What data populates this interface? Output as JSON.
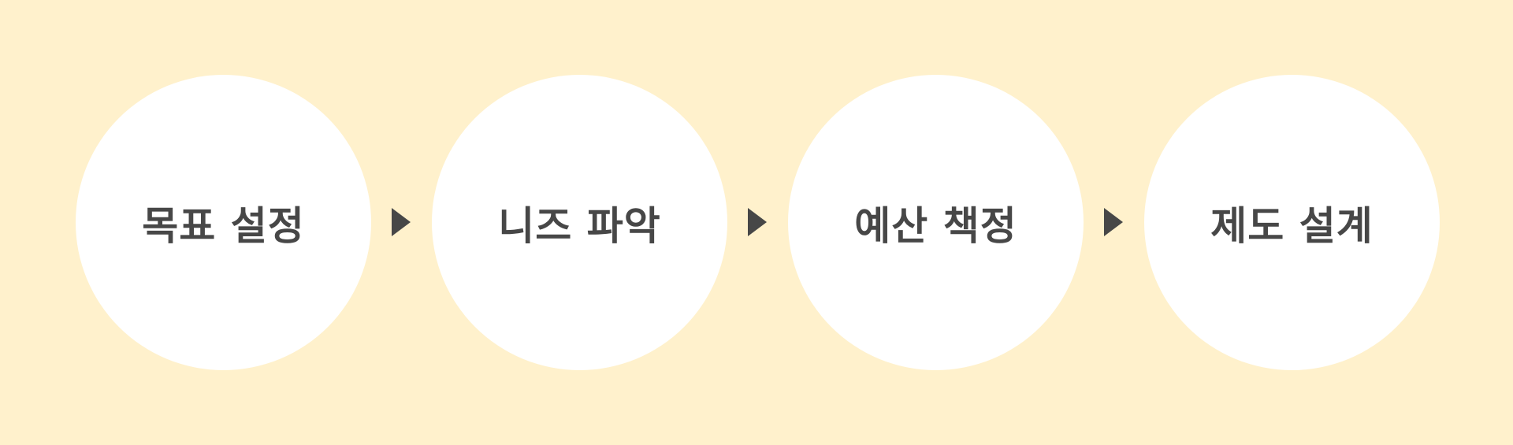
{
  "colors": {
    "background": "#FFF1CC",
    "circle": "#FFFFFF",
    "text": "#474747",
    "arrow": "#474747"
  },
  "steps": [
    {
      "label": "목표 설정"
    },
    {
      "label": "니즈 파악"
    },
    {
      "label": "예산 책정"
    },
    {
      "label": "제도 설계"
    }
  ],
  "arrows": [
    {
      "icon": "triangle-right-icon"
    },
    {
      "icon": "triangle-right-icon"
    },
    {
      "icon": "triangle-right-icon"
    }
  ]
}
